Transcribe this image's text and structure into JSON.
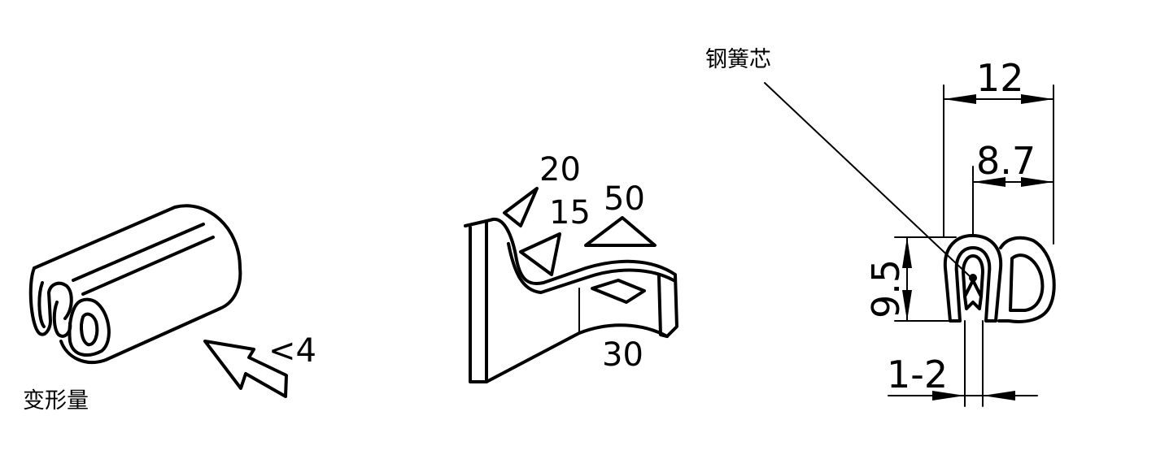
{
  "left_view": {
    "deformation_label": "变形量",
    "deformation_value": "<4"
  },
  "middle_view": {
    "dim_20": "20",
    "dim_15": "15",
    "dim_50": "50",
    "dim_30": "30"
  },
  "right_view": {
    "core_label": "钢簧芯",
    "dim_width": "12",
    "dim_inner_width": "8.7",
    "dim_height": "9.5",
    "dim_grip_range": "1-2"
  }
}
